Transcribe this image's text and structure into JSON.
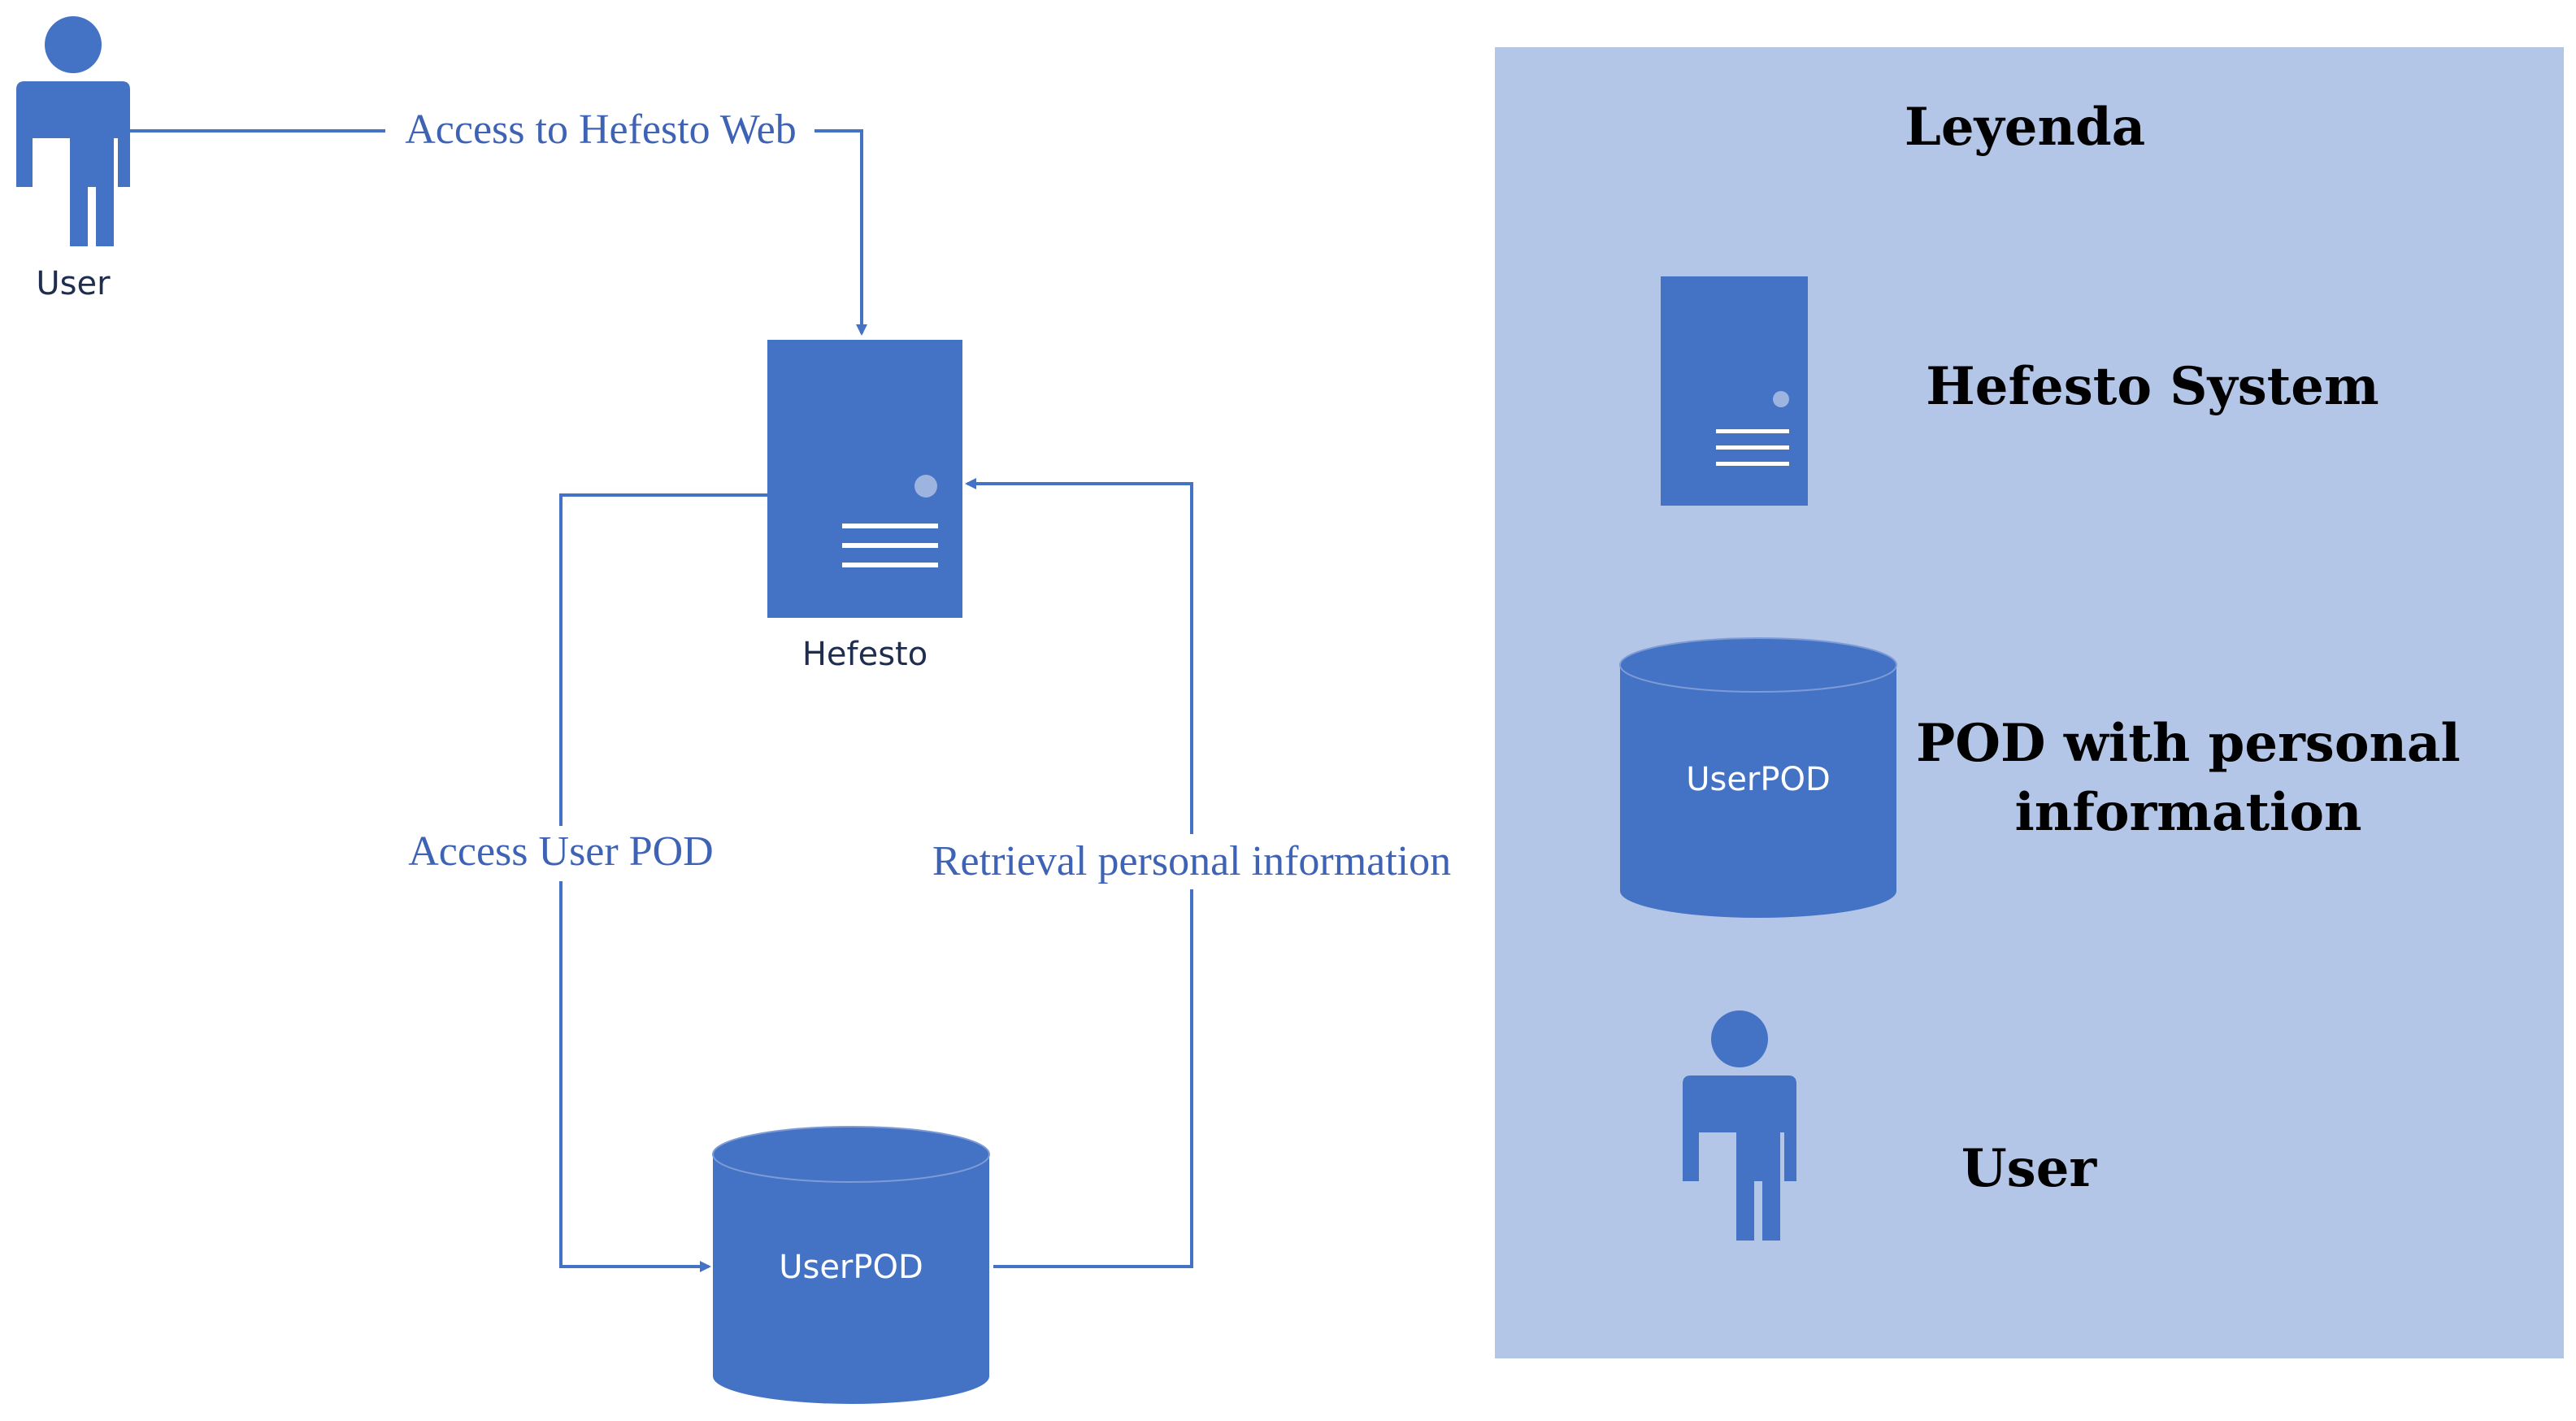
{
  "colors": {
    "shape_fill": "#4472C4",
    "line": "#4472C4",
    "legend_background": "#B4C6E7",
    "caption_text": "#1F2D4F",
    "label_text": "#3E63B5",
    "legend_text": "#000000",
    "inner_text": "#FFFFFF"
  },
  "diagram": {
    "user": {
      "label": "User",
      "icon": "person-icon"
    },
    "hefesto": {
      "label": "Hefesto",
      "icon": "server-icon"
    },
    "userpod": {
      "label": "UserPOD",
      "icon": "database-cylinder-icon"
    },
    "edges": {
      "access_web": "Access to Hefesto Web",
      "access_pod": "Access User POD",
      "retrieval": "Retrieval personal information"
    }
  },
  "legend": {
    "title": "Leyenda",
    "items": [
      {
        "icon": "server-icon",
        "text": "Hefesto System"
      },
      {
        "icon": "database-cylinder-icon",
        "inner_label": "UserPOD",
        "text_lines": [
          "POD with personal",
          "information"
        ]
      },
      {
        "icon": "person-icon",
        "text": "User"
      }
    ]
  }
}
